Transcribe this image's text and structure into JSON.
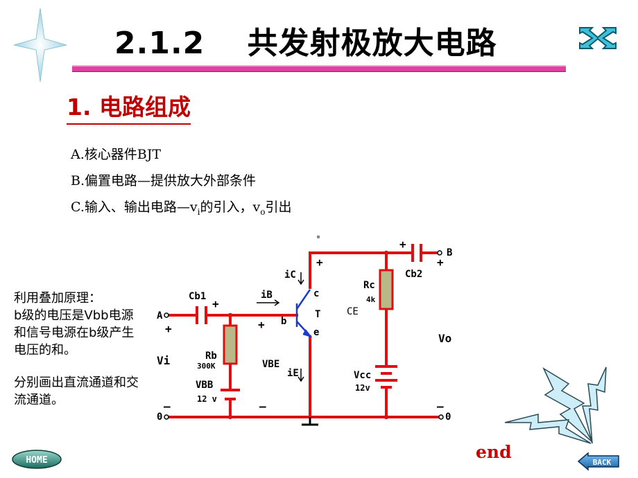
{
  "slide": {
    "title": "2.1.2　 共发射极放大电路",
    "section": "1. 电路组成",
    "items": {
      "a": "A.核心器件BJT",
      "b": "B.偏置电路—提供放大外部条件",
      "c_prefix": "C.输入、输出电路—v",
      "c_sub1": "i",
      "c_mid": "的引入，v",
      "c_sub2": "o",
      "c_suffix": "引出"
    },
    "note": {
      "line1": "利用叠加原理：",
      "line2": "b级的电压是Vbb电源和信号电源在b级产生电压的和。",
      "line3": "分别画出直流通道和交流通道。"
    },
    "end_label": "end"
  },
  "nav": {
    "home": "HOME",
    "back": "BACK"
  },
  "circuit": {
    "cb1": "Cb1",
    "rb": "Rb",
    "rb_val": "300K",
    "vbb": "VBB",
    "vbb_val": "12 v",
    "ib": "iB",
    "ic": "iC",
    "ie": "iE",
    "vbe": "VBE",
    "c": "c",
    "b": "b",
    "e": "e",
    "t": "T",
    "ce": "CE",
    "rc": "Rc",
    "rc_val": "4k",
    "vcc": "Vcc",
    "vcc_val": "12v",
    "cb2": "Cb2",
    "a": "A",
    "bnode": "B",
    "vi": "Vi",
    "vo": "Vo",
    "zero_left": "0",
    "zero_right": "0",
    "plus": "+",
    "minus": "–"
  },
  "colors": {
    "wire": "#dd1111",
    "component": "#b8b888",
    "title_accent": "#e040a0",
    "section": "#c00000",
    "end": "#cc0000",
    "bolt": "#cdeef8"
  }
}
